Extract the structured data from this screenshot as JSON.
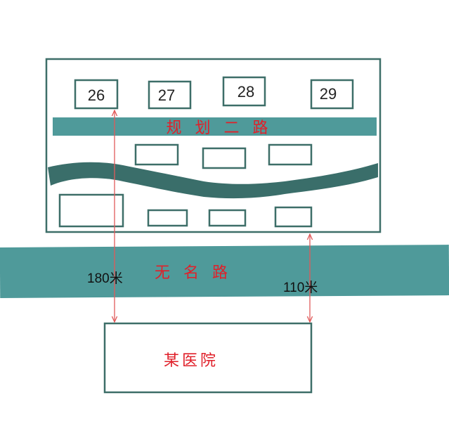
{
  "colors": {
    "outline": "#3d6e68",
    "road": "#4f9a9a",
    "river": "#3a6e6a",
    "label_red": "#e0202a",
    "arrow": "#e05a5a"
  },
  "buildings": [
    "26",
    "27",
    "28",
    "29"
  ],
  "roads": {
    "planned": "规 划 二 路",
    "unnamed": "无 名 路"
  },
  "distances": {
    "left": "180米",
    "right": "110米"
  },
  "hospital": "某医院"
}
